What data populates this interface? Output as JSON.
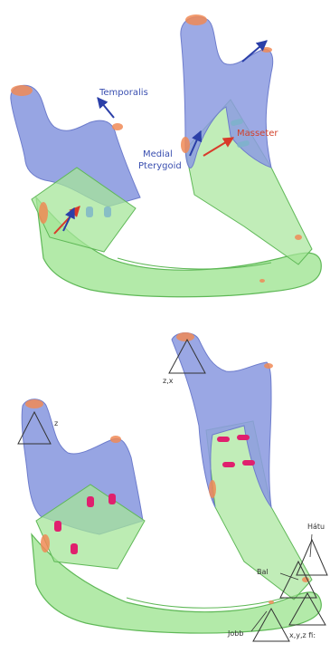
{
  "top_panel": {
    "muscles": {
      "temporalis": "Temporalis",
      "masseter": "Masseter",
      "medial_pterygoid_line1": "Medial",
      "medial_pterygoid_line2": "Pterygoid"
    }
  },
  "bottom_panel": {
    "constraints": {
      "left_condyle": "z",
      "right_condyle": "z,x",
      "back": "Hátu",
      "left": "Bal",
      "right": "Jobb",
      "incisor": "x,y,z fi:"
    }
  },
  "colors": {
    "bone_blue": "#8c9be0",
    "bone_green": "#a6e69a",
    "green_edge": "#5fb857",
    "contact_orange": "#f08a56",
    "muscle_vector_blue": "#2b3fa8",
    "muscle_vector_red": "#d93a2a",
    "contact_pad_magenta": "#e0206e"
  }
}
